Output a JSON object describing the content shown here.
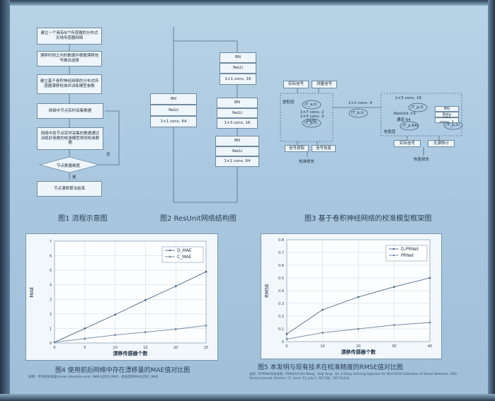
{
  "flow": {
    "steps": [
      "建立一个具有N个传感器的分布式无线传感器网络",
      "漂移时刻之内的数据并根据漂移信号做出选择",
      "建立基于卷积神经网络的分布式传感器漂移校准并训练模型参数",
      "网络中节点实时采集数据",
      "网络中各节点实时采集的数据通过训练好参数的校准模型得到校准数据",
      "节点数量精度"
    ],
    "end": "节点漂移算法结束",
    "yes": "是",
    "no": "否",
    "caption": "图1 流程示意图"
  },
  "resunit": {
    "left": [
      "BN",
      "ReLU",
      "1×1 conv, 64"
    ],
    "top": [
      "BN",
      "ReLU",
      "1×1 conv, 16"
    ],
    "mid": [
      "BN",
      "ReLU",
      "1×3 conv, 16"
    ],
    "bot": [
      "BN",
      "ReLU",
      "1×1 conv, 64"
    ],
    "caption": "图2 ResUnit网络结构图"
  },
  "calib": {
    "actual": "实际信号",
    "measured": "测量信号",
    "extract": "提取层",
    "conv1": "1×7 conv, 2",
    "conv2": "1×3 conv, 2",
    "tanh": "tanh",
    "t1": "(T_a,t)",
    "t2": "(T_p,t)",
    "conv3": "1×1 conv, 4",
    "t3": "(T_b,t)",
    "conv4": "1×3 conv, 16",
    "resunit": "ResUnit ×3",
    "pool": "通道 64",
    "t4": "(T_p,t)",
    "t5": "(T_p,64)",
    "bn": "BN",
    "relu": "Relu",
    "conv5": "1×1 conv, 1",
    "t6": "(T_p,1)",
    "recover": "恢复层",
    "sig_extract": "信号提取",
    "sig_recover": "信号恢复",
    "real_sig": "实际信号",
    "nobias": "无漂移计",
    "loss1": "校准损失",
    "loss2": "恢复损失",
    "caption": "图3 基于卷积神经网络的校准模型框架图"
  },
  "chart_data": [
    {
      "type": "line",
      "title": "",
      "xlabel": "漂移传感器个数",
      "ylabel": "MAE",
      "xlim": [
        0,
        25
      ],
      "ylim": [
        0,
        7
      ],
      "xticks": [
        0,
        5,
        10,
        15,
        20,
        25
      ],
      "yticks": [
        0,
        1,
        2,
        3,
        4,
        5,
        6,
        7
      ],
      "x": [
        0,
        5,
        10,
        15,
        20,
        25
      ],
      "series": [
        {
          "name": "D_MAE",
          "values": [
            0.05,
            1.0,
            1.95,
            2.95,
            3.9,
            4.9
          ]
        },
        {
          "name": "C_MAE",
          "values": [
            0.05,
            0.3,
            0.55,
            0.75,
            0.95,
            1.2
          ]
        }
      ],
      "legend": "top-right",
      "grid": true,
      "caption": "图4 使用前后网络中存在漂移量的MAE值对比图",
      "note": "说明：平均绝对误差(mean absolute error, MAE)记为D_MAE，校准后的MAE记为C_MAE"
    },
    {
      "type": "line",
      "title": "",
      "xlabel": "漂移传感器个数",
      "ylabel": "RMSE",
      "xlim": [
        0,
        40
      ],
      "ylim": [
        0,
        0.8
      ],
      "xticks": [
        0,
        10,
        20,
        30,
        40
      ],
      "yticks": [
        0,
        0.1,
        0.2,
        0.3,
        0.4,
        0.5,
        0.6,
        0.7,
        0.8
      ],
      "x": [
        0,
        10,
        20,
        30,
        40
      ],
      "series": [
        {
          "name": "D-PRNet",
          "values": [
            0.06,
            0.25,
            0.35,
            0.43,
            0.5
          ]
        },
        {
          "name": "PRNet",
          "values": [
            0.02,
            0.07,
            0.1,
            0.13,
            0.15
          ]
        }
      ],
      "legend": "top-right",
      "grid": true,
      "caption": "图5 本发明与现有技术在校准精度的RMSE值对比图",
      "note": "说明：D-PRNet为本发明，PRNet为Yuzhi Wang、Anqi Yang、etc.,A Deep Learning Approach for Blind Drift Calibration of Sensor Networks, IEEE Sensors Journal (Volume: 17, Issue: 13, July 1, 2017)的，2017年方法"
    }
  ]
}
